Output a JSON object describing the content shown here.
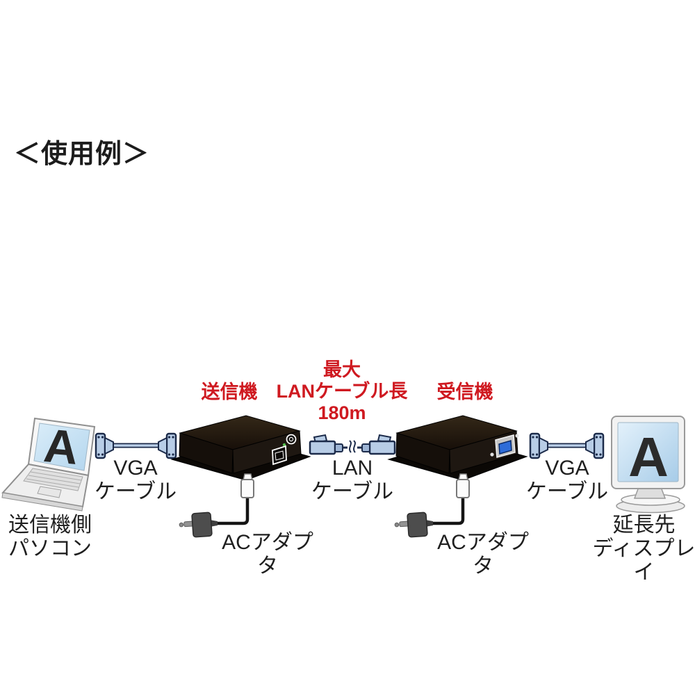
{
  "title": "＜使用例＞",
  "colors": {
    "accent_red": "#cf1920",
    "device_black": "#17100a",
    "connector_blue": "#b8cde6",
    "connector_outline": "#1c2b4a",
    "screen_blue": "#bcdcf2",
    "vga_port_blue": "#2e6cd8",
    "led_green": "#57c14f"
  },
  "source_pc": {
    "screen_letter": "A",
    "label_line1": "送信機側",
    "label_line2": "パソコン"
  },
  "transmitter": {
    "label": "送信機"
  },
  "receiver": {
    "label": "受信機"
  },
  "display": {
    "screen_letter": "A",
    "label_line1": "延長先",
    "label_line2": "ディスプレイ"
  },
  "vga_cable_left": {
    "label_line1": "VGA",
    "label_line2": "ケーブル"
  },
  "lan_cable": {
    "label_line1": "LAN",
    "label_line2": "ケーブル",
    "note_line1": "最大",
    "note_line2": "LANケーブル長",
    "note_line3": "180m"
  },
  "vga_cable_right": {
    "label_line1": "VGA",
    "label_line2": "ケーブル"
  },
  "ac_adapter_left": {
    "label": "ACアダプタ"
  },
  "ac_adapter_right": {
    "label": "ACアダプタ"
  }
}
